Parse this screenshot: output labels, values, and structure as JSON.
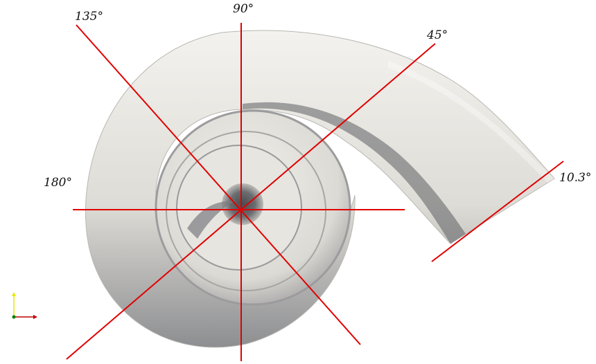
{
  "angle_labels": {
    "deg90": "90°",
    "deg135": "135°",
    "deg45": "45°",
    "deg180": "180°",
    "deg10_3": "10.3°"
  },
  "colors": {
    "reference_lines": "#e00000",
    "surface_light": "#ecebe6",
    "surface_shadow": "#55565a",
    "axis_y": "#e8e800",
    "axis_x": "#c00000",
    "axis_origin": "#008000"
  }
}
